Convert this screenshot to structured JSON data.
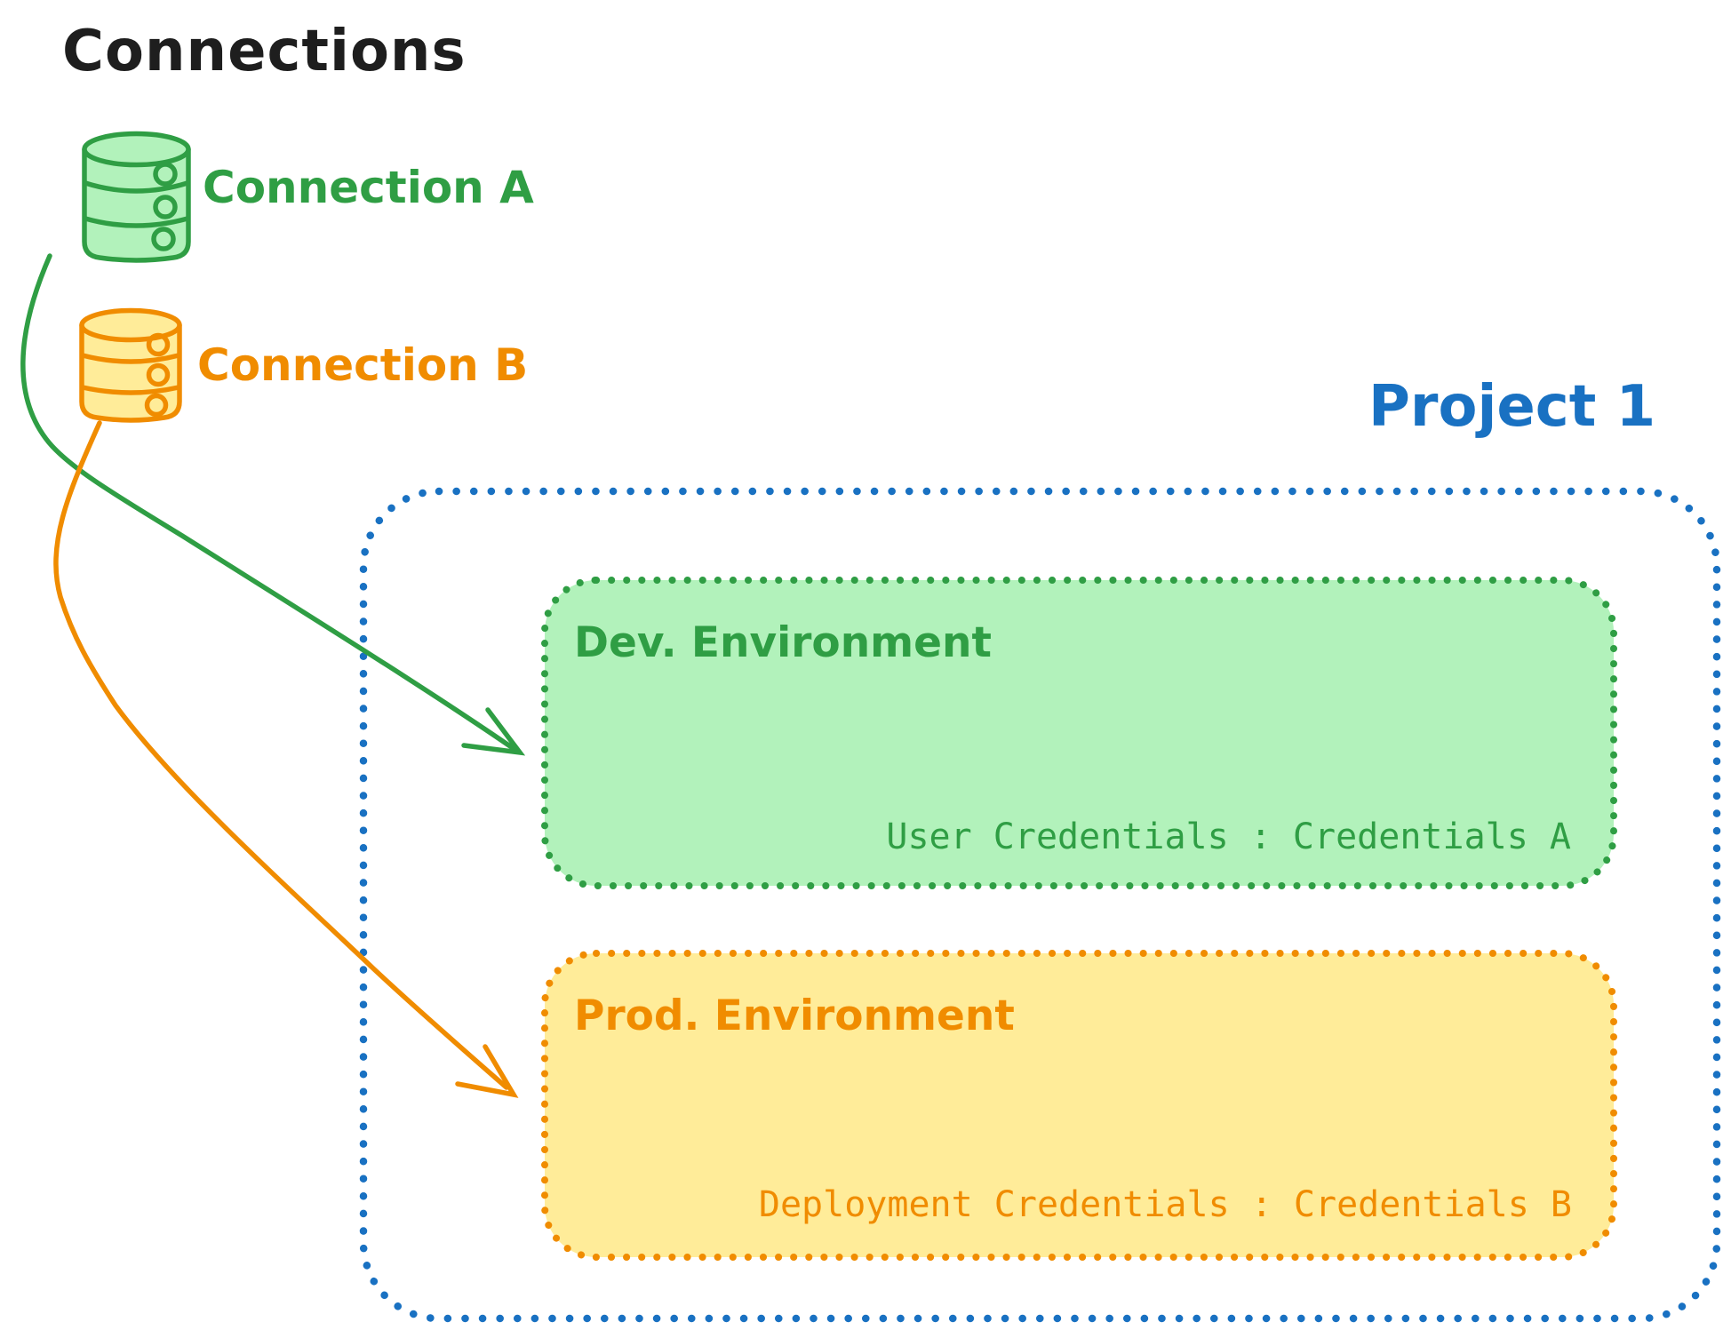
{
  "title": "Connections",
  "connections": [
    {
      "label": "Connection A",
      "icon": "database-icon",
      "color": "#2f9e44",
      "fill": "#b2f2bb"
    },
    {
      "label": "Connection B",
      "icon": "database-icon",
      "color": "#f08c00",
      "fill": "#ffec99"
    }
  ],
  "project": {
    "title": "Project 1",
    "border_color": "#1971c2",
    "environments": [
      {
        "label": "Dev. Environment",
        "credentials": "User Credentials : Credentials A",
        "color": "#2f9e44",
        "fill": "#b2f2bb"
      },
      {
        "label": "Prod. Environment",
        "credentials": "Deployment Credentials : Credentials B",
        "color": "#f08c00",
        "fill": "#ffec99"
      }
    ]
  },
  "links": [
    {
      "from": "Connection A",
      "to": "Dev. Environment",
      "color": "#2f9e44"
    },
    {
      "from": "Connection B",
      "to": "Prod. Environment",
      "color": "#f08c00"
    }
  ]
}
